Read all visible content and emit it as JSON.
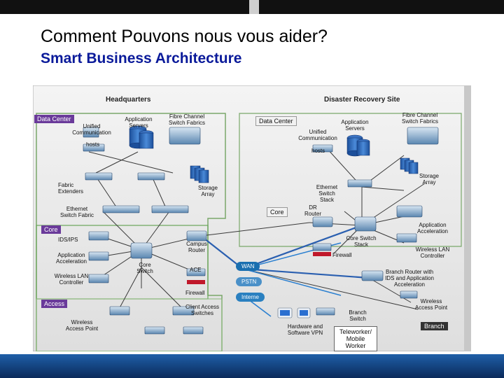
{
  "slide": {
    "title": "Comment Pouvons nous vous aider?",
    "subtitle": "Smart Business Architecture"
  },
  "diagram": {
    "sections": {
      "headquarters": "Headquarters",
      "disaster_recovery": "Disaster Recovery Site"
    },
    "tags": {
      "hq_data_center": "Data Center",
      "dr_data_center": "Data Center",
      "core_hq": "Core",
      "core_dr": "Core",
      "access": "Access",
      "wan": "WAN",
      "pstn": "PSTN",
      "internet": "Interne"
    },
    "labels": {
      "hq_app_servers": "Application\nServers",
      "hq_fibre": "Fibre Channel\nSwitch Fabrics",
      "hq_unified": "Unified\nCommunication",
      "hq_hosts": "hosts",
      "hq_fabric_ext": "Fabric\nExtenders",
      "hq_storage": "Storage\nArray",
      "hq_eth_fabric": "Ethernet\nSwitch Fabric",
      "hq_idsips": "IDS/IPS",
      "hq_app_accel": "Application\nAcceleration",
      "hq_wlc": "Wireless LAN\nController",
      "hq_campus_router": "Campus\nRouter",
      "hq_core_switch": "Core\nSwitch",
      "hq_ace": "ACE",
      "hq_firewall": "Firewall",
      "hq_client_access": "Client Access\nSwitches",
      "hq_wap": "Wireless\nAccess Point",
      "dr_app_servers": "Application\nServers",
      "dr_fibre": "Fibre Channel\nSwitch Fabrics",
      "dr_unified": "Unified\nCommunication",
      "dr_hosts": "hosts",
      "dr_storage": "Storage\nArray",
      "dr_eth_stack": "Ethernet\nSwitch\nStack",
      "dr_router": "DR\nRouter",
      "dr_app_accel": "Application\nAcceleration",
      "dr_core_stack": "Core Switch\nStack",
      "dr_wlc": "Wireless LAN\nController",
      "dr_firewall": "Firewall",
      "branch_router": "Branch Router with\nIDS and Application\nAcceleration",
      "branch_wap": "Wireless\nAccess Point",
      "branch_switch": "Branch\nSwitch",
      "branch": "Branch",
      "hw_sw_vpn": "Hardware and\nSoftware VPN",
      "teleworker": "Teleworker/\nMobile\nWorker"
    }
  }
}
